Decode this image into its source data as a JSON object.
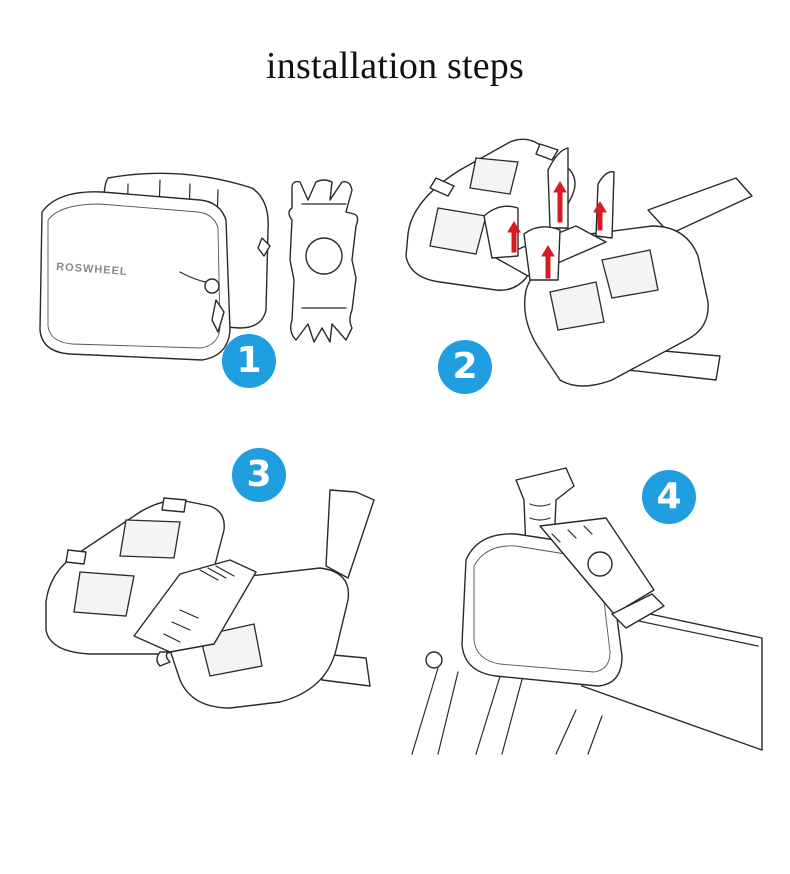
{
  "title": "installation steps",
  "brand_logo": "ROSWHEEL",
  "steps": [
    {
      "number": "1"
    },
    {
      "number": "2"
    },
    {
      "number": "3"
    },
    {
      "number": "4"
    }
  ],
  "colors": {
    "badge": "#1f9ee0",
    "arrow": "#d51c24",
    "line": "#2a2a2a"
  }
}
